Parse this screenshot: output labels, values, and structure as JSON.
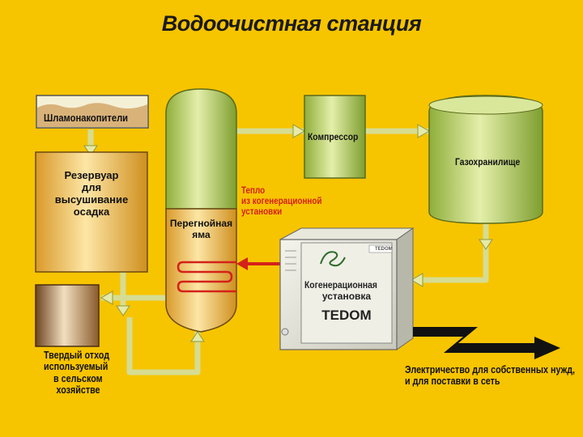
{
  "title": "Водоочистная станция",
  "labels": {
    "sludge_beds": "Шламонакопители",
    "reservoir_l1": "Резервуар",
    "reservoir_l2": "для",
    "reservoir_l3": "высушивание",
    "reservoir_l4": "осадка",
    "digester_l1": "Перегнойная",
    "digester_l2": "яма",
    "compressor": "Компрессор",
    "gas_holder": "Газохранилище",
    "heat_l1": "Тепло",
    "heat_l2": "из когенерационной",
    "heat_l3": "установки",
    "cogen_l1": "Когенерационная",
    "cogen_l2": "установка",
    "cogen_brand": "TEDOM",
    "cogen_plate": "TEDOM",
    "solid_l1": "Твердый отход",
    "solid_l2": "используемый",
    "solid_l3": "в сельском",
    "solid_l4": "хозяйстве",
    "electricity_l1": "Электричество для собственных нужд,",
    "electricity_l2": "и для поставки в сеть"
  },
  "colors": {
    "background": "#f7c400",
    "tank_green": "#b7cf5e",
    "tank_gold": "#f2c35a",
    "pipe": "#d9de9a",
    "heat_arrow": "#d4211a",
    "solid_brown": "#9b6a35"
  }
}
